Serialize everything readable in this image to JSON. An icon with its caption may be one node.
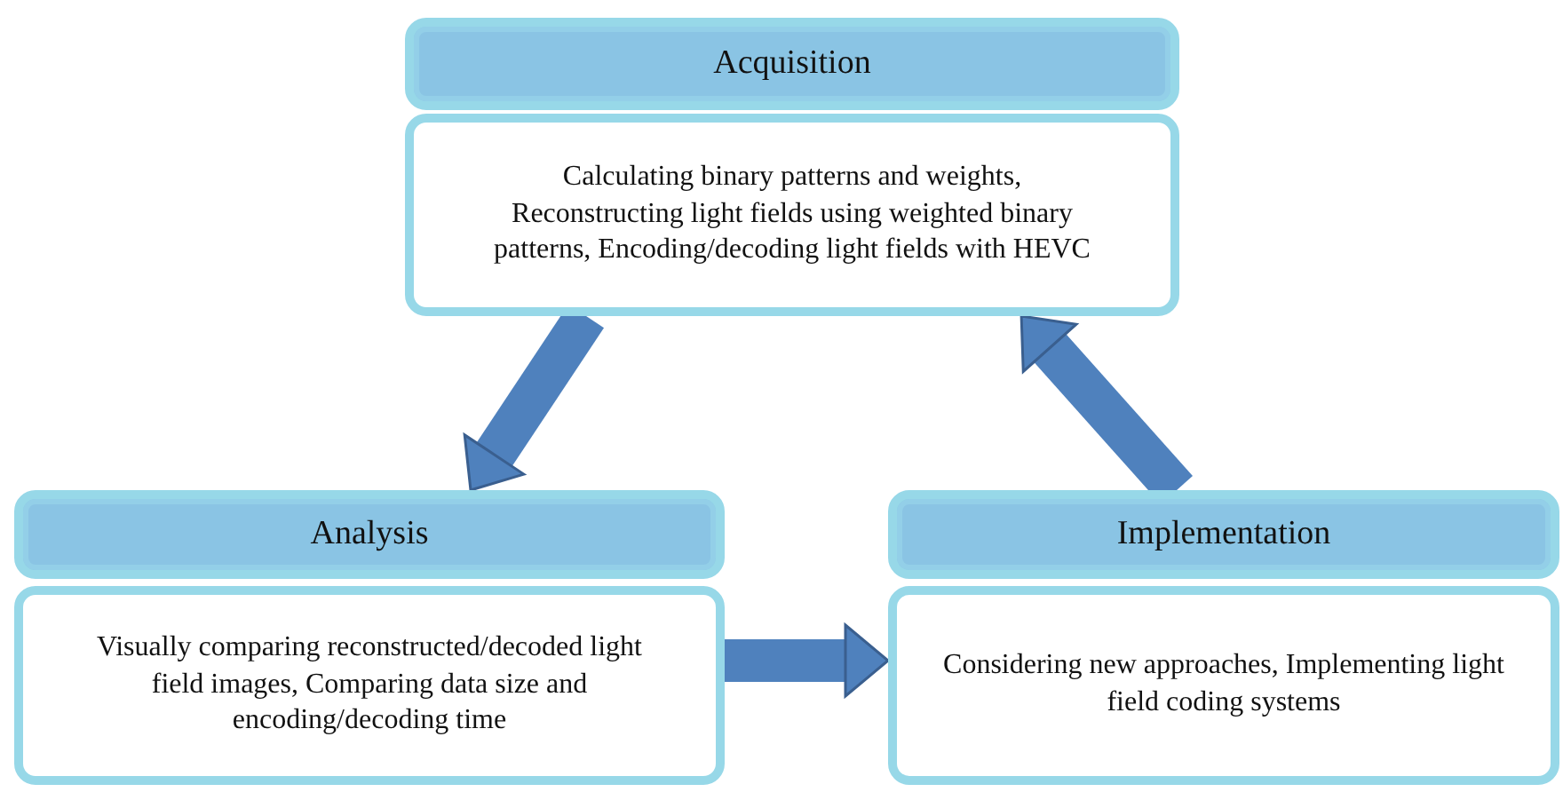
{
  "diagram": {
    "nodes": [
      {
        "text": [
          "Acquisition"
        ]
      },
      {
        "text": [
          "Calculating binary patterns and weights, Reconstructing light fields using weighted binary patterns, Encoding/decoding light fields with HEVC"
        ]
      },
      {
        "text": [
          "Analysis"
        ]
      },
      {
        "text": [
          "Visually comparing reconstructed/decoded light field images, Comparing data size and encoding/decoding time"
        ]
      },
      {
        "text": [
          "Implementation"
        ]
      },
      {
        "text": [
          "Considering new approaches, Implementing light field coding systems"
        ]
      }
    ],
    "edges": [
      {
        "from": 1,
        "to": 2,
        "arrow": "to"
      },
      {
        "from": 3,
        "to": 5,
        "arrow": "to"
      },
      {
        "from": 4,
        "to": 1,
        "arrow": "to"
      }
    ]
  }
}
